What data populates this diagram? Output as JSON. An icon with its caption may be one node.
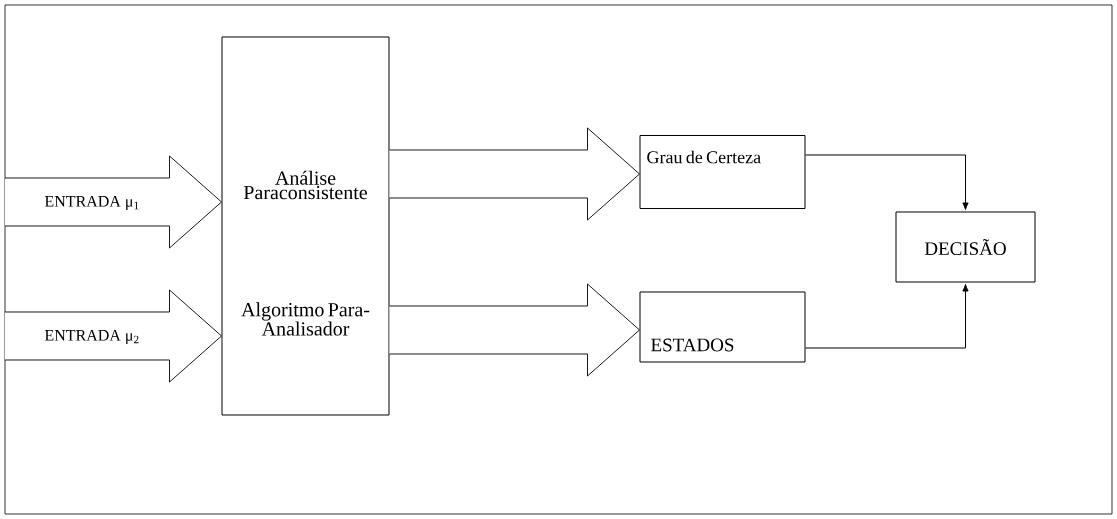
{
  "diagram": {
    "nodes": [
      {
        "text": [
          "Análise Paraconsistente",
          "Algoritmo Para-Analisador"
        ]
      },
      {
        "text": [
          "Grau de Certeza"
        ]
      },
      {
        "text": [
          "ESTADOS"
        ]
      },
      {
        "text": [
          "DECISÃO"
        ]
      }
    ],
    "edges": [
      {
        "from": null,
        "to": 0,
        "arrow": "to",
        "style": "thick",
        "label": "ENTRADA μ$_{1}$"
      },
      {
        "from": null,
        "to": 0,
        "arrow": "to",
        "style": "thick",
        "label": "ENTRADA μ$_{2}$"
      },
      {
        "from": 0,
        "to": 1,
        "arrow": "to",
        "style": "thick"
      },
      {
        "from": 0,
        "to": 2,
        "arrow": "to",
        "style": "thick"
      },
      {
        "from": 1,
        "to": 3,
        "arrow": "to"
      },
      {
        "from": 2,
        "to": 3,
        "arrow": "to"
      }
    ]
  }
}
